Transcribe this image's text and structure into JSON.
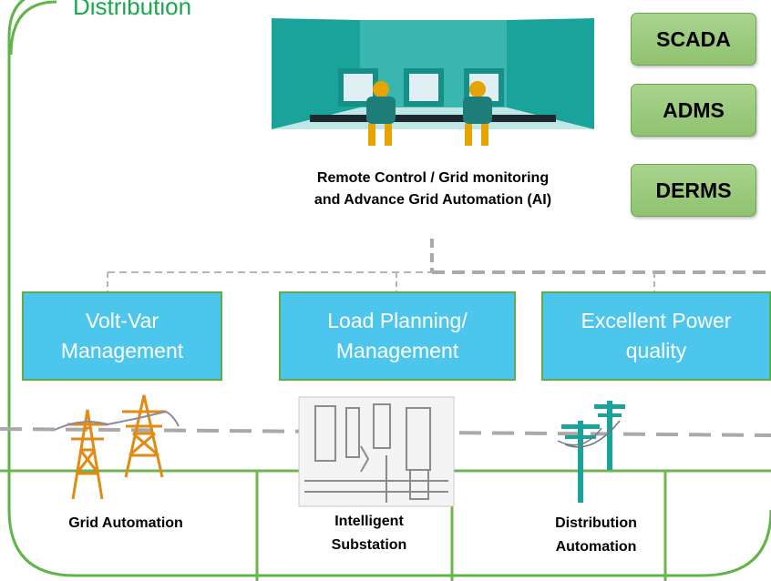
{
  "header": {
    "title": "Distribution"
  },
  "systems": [
    {
      "label": "SCADA"
    },
    {
      "label": "ADMS"
    },
    {
      "label": "DERMS"
    }
  ],
  "control_center": {
    "caption_line1": "Remote Control / Grid monitoring",
    "caption_line2": "and Advance Grid Automation (AI)"
  },
  "functions": [
    {
      "line1": "Volt-Var",
      "line2": "Management"
    },
    {
      "line1": "Load Planning/",
      "line2": "Management"
    },
    {
      "line1": "Excellent Power",
      "line2": "quality"
    }
  ],
  "field_assets": [
    {
      "line1": "Grid Automation",
      "line2": ""
    },
    {
      "line1": "Intelligent",
      "line2": "Substation"
    },
    {
      "line1": "Distribution",
      "line2": "Automation"
    }
  ],
  "colors": {
    "frame_green": "#5fb548",
    "title_green": "#1aa84a",
    "system_button": "#9ccc7d",
    "function_box": "#4dc6ee",
    "dashed_line": "#a9a9a9",
    "teal_icon": "#1aa39a"
  }
}
